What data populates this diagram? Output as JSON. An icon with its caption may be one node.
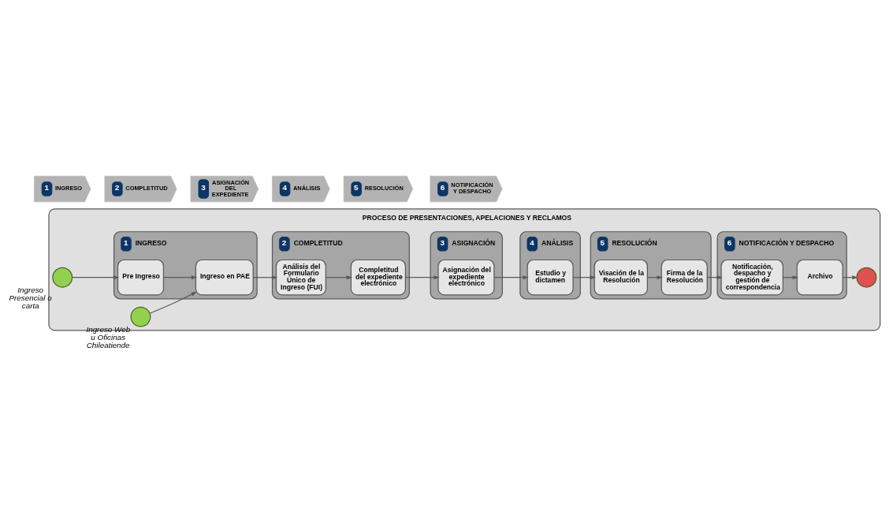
{
  "diagram": {
    "nodes": [
      {
        "text": [
          "1",
          "INGRESO"
        ]
      },
      {
        "text": [
          "2",
          "COMPLETITUD"
        ]
      },
      {
        "text": [
          "3",
          "ASIGNACIÓN DEL EXPEDIENTE"
        ]
      },
      {
        "text": [
          "4",
          "ANÁLISIS"
        ]
      },
      {
        "text": [
          "5",
          "RESOLUCIÓN"
        ]
      },
      {
        "text": [
          "6",
          "NOTIFICACIÓN Y DESPACHO"
        ]
      },
      {
        "text": [
          "PROCESO DE PRESENTACIONES, APELACIONES Y RECLAMOS"
        ]
      },
      {
        "text": [],
        "shape": "circle",
        "in": 6,
        "beside": [
          "Ingreso Presencial o carta"
        ]
      },
      {
        "text": [
          "1",
          "INGRESO"
        ],
        "in": 6
      },
      {
        "text": [
          "Pre Ingreso"
        ],
        "in": 8
      },
      {
        "text": [
          "Ingreso en PAE"
        ],
        "in": 8
      },
      {
        "text": [],
        "shape": "circle",
        "in": 6,
        "beside": [
          "Ingreso Web u Oficinas Chileatiende"
        ]
      },
      {
        "text": [
          "2",
          "COMPLETITUD"
        ],
        "in": 6
      },
      {
        "text": [
          "Análisis del Formulario Único de Ingreso (FUI)"
        ],
        "in": 12
      },
      {
        "text": [
          "Completitud del expediente electrónico"
        ],
        "in": 12
      },
      {
        "text": [
          "3",
          "ASIGNACIÓN"
        ],
        "in": 6
      },
      {
        "text": [
          "Asignación del expediente electrónico"
        ],
        "in": 15
      },
      {
        "text": [
          "4",
          "ANÁLISIS"
        ],
        "in": 6
      },
      {
        "text": [
          "Estudio y dictamen"
        ],
        "in": 17
      },
      {
        "text": [
          "5",
          "RESOLUCIÓN"
        ],
        "in": 6
      },
      {
        "text": [
          "Visación de la Resolución"
        ],
        "in": 19
      },
      {
        "text": [
          "Firma de la Resolución"
        ],
        "in": 19
      },
      {
        "text": [
          "6",
          "NOTIFICACIÓN Y DESPACHO"
        ],
        "in": 6
      },
      {
        "text": [
          "Notificación, despacho y gestión de correspondencia"
        ],
        "in": 22
      },
      {
        "text": [
          "Archivo"
        ],
        "in": 22
      },
      {
        "text": [],
        "shape": "circle",
        "in": 6
      }
    ],
    "edges": [
      {
        "from": 7,
        "to": 9,
        "arrow": "to"
      },
      {
        "from": 9,
        "to": 10,
        "arrow": "to"
      },
      {
        "from": 11,
        "to": 10,
        "arrow": "to"
      },
      {
        "from": 10,
        "to": 13,
        "arrow": "to"
      },
      {
        "from": 13,
        "to": 14,
        "arrow": "to"
      },
      {
        "from": 14,
        "to": 16,
        "arrow": "to"
      },
      {
        "from": 16,
        "to": 18,
        "arrow": "to"
      },
      {
        "from": 18,
        "to": 20,
        "arrow": "to"
      },
      {
        "from": 20,
        "to": 21,
        "arrow": "to"
      },
      {
        "from": 21,
        "to": 23,
        "arrow": "to"
      },
      {
        "from": 23,
        "to": 24,
        "arrow": "to"
      },
      {
        "from": 24,
        "to": 25,
        "arrow": "to"
      }
    ]
  }
}
